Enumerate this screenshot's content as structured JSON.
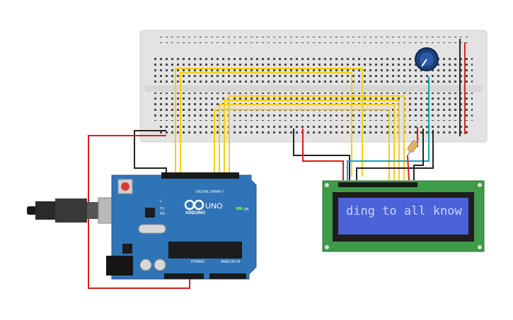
{
  "arduino": {
    "brand": "ARDUINO",
    "model": "UNO",
    "digital_label": "DIGITAL (PWM~)",
    "power_label": "POWER",
    "analog_label": "ANALOG IN",
    "on_label": "ON",
    "tx_label": "TX",
    "rx_label": "RX",
    "l_label": "L",
    "logo_symbol": "infinity-logo",
    "board_color": "#2f74b6"
  },
  "lcd": {
    "text": "ding to all know",
    "screen_color": "#4a63d8",
    "text_color": "#c9d2ff",
    "pcb_color": "#3e9b4a"
  },
  "colors": {
    "wire_yellow": "#f2cf1a",
    "wire_red": "#d91c1c",
    "wire_black": "#222222",
    "wire_teal": "#1aa0b8",
    "breadboard": "#e3e3e3",
    "rail_red": "#e02020",
    "rail_blue": "#3a6fd8"
  },
  "icons": [
    "usb-plug-icon",
    "potentiometer-icon",
    "resistor-icon",
    "reset-button-icon",
    "power-jack-icon"
  ]
}
